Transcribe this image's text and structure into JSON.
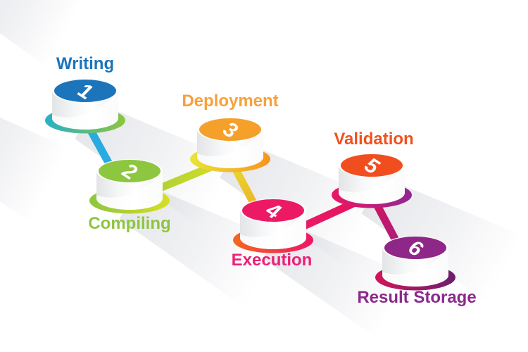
{
  "diagram": {
    "title": "",
    "background": "#FFFFFF",
    "number_color": "#FFFFFF",
    "shadow_color": "rgba(100,106,130,0.16)",
    "steps": [
      {
        "number": "1",
        "label": "Writing",
        "top_color": "#1C75BB",
        "label_color": "#1C75BB",
        "ring_left": "#27B0C7",
        "ring_right": "#8DC63F"
      },
      {
        "number": "2",
        "label": "Compiling",
        "top_color": "#8DC63F",
        "label_color": "#8DC63F",
        "ring_left": "#8DC63F",
        "ring_right": "#D7DF23"
      },
      {
        "number": "3",
        "label": "Deployment",
        "top_color": "#F5A02B",
        "label_color": "#F7A13B",
        "ring_left": "#EAE439",
        "ring_right": "#F7941E"
      },
      {
        "number": "4",
        "label": "Execution",
        "top_color": "#EC1A64",
        "label_color": "#EC2077",
        "ring_left": "#F4681F",
        "ring_right": "#EC1566"
      },
      {
        "number": "5",
        "label": "Validation",
        "top_color": "#F14E20",
        "label_color": "#F1511F",
        "ring_left": "#EC1566",
        "ring_right": "#93278F"
      },
      {
        "number": "6",
        "label": "Result Storage",
        "top_color": "#8E2788",
        "label_color": "#8A2A8C",
        "ring_left": "#D4145A",
        "ring_right": "#6B1F6E"
      }
    ],
    "connectors": [
      {
        "from": "1",
        "to": "2",
        "color_start": "#29ABE2",
        "color_end": "#29ABE2"
      },
      {
        "from": "2",
        "to": "3",
        "color_start": "#9FCB3B",
        "color_end": "#D9E021"
      },
      {
        "from": "3",
        "to": "4",
        "color_start": "#E8DF33",
        "color_end": "#F2921E"
      },
      {
        "from": "4",
        "to": "5",
        "color_start": "#ED1E6F",
        "color_end": "#E31158"
      },
      {
        "from": "5",
        "to": "6",
        "color_start": "#D6135C",
        "color_end": "#8E278F"
      }
    ]
  }
}
